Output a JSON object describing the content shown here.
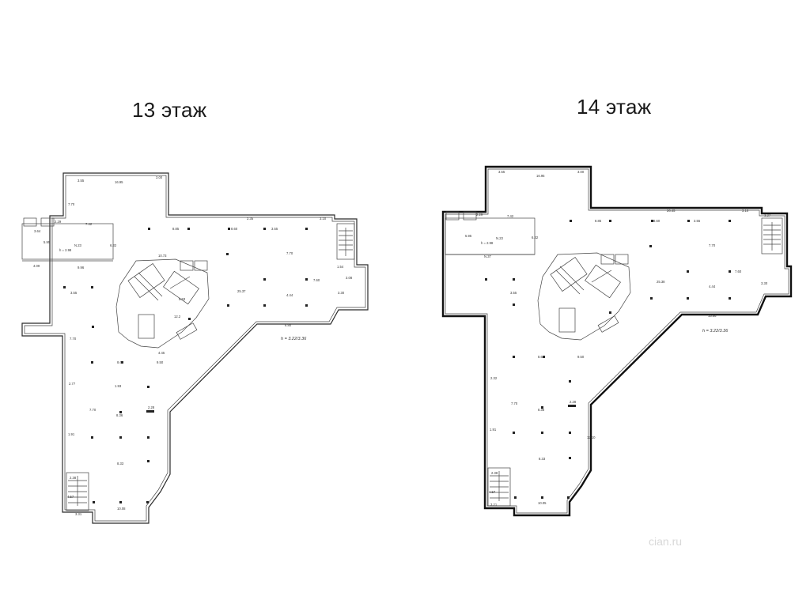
{
  "plans": [
    {
      "title": "13 этаж",
      "height_note": "h = 3.22/3.36",
      "dimensions": [
        "3.55",
        "16.95",
        "3.00",
        "7.70",
        "7.42",
        "2.29",
        "3.64",
        "5.95",
        "N.23",
        "h = 2.98",
        "6.32",
        "9.96",
        "4.09",
        "8.85",
        "8.60",
        "2.35",
        "3.55",
        "3.10",
        "7.70",
        "7.60",
        "4.44",
        "3.30",
        "25.37",
        "1.54",
        "3.08",
        "5.93",
        "12.2",
        "10.73",
        "3.55",
        "7.70",
        "8.60",
        "9.50",
        "2.77",
        "1.93",
        "7.70",
        "8.36",
        "2.28",
        "1.91",
        "8.33",
        "10.08",
        "3.31",
        "4.57",
        "2.38",
        "6.80",
        "4.45"
      ]
    },
    {
      "title": "14 этаж",
      "height_note": "h = 3.22/3.36",
      "dimensions": [
        "3.55",
        "16.95",
        "3.00",
        "8.85",
        "8.60",
        "26.45",
        "3.55",
        "3.10",
        "7.70",
        "7.60",
        "4.44",
        "3.30",
        "3.27",
        "25.38",
        "7.42",
        "2.29",
        "5.95",
        "N.23",
        "h = 2.98",
        "6.32",
        "N.37",
        "3.55",
        "8.60",
        "9.50",
        "2.32",
        "7.70",
        "8.36",
        "2.28",
        "1.91",
        "8.33",
        "10.05",
        "12.10",
        "3.21",
        "4.57",
        "2.38",
        "15.66"
      ]
    }
  ],
  "watermark": "cian.ru"
}
